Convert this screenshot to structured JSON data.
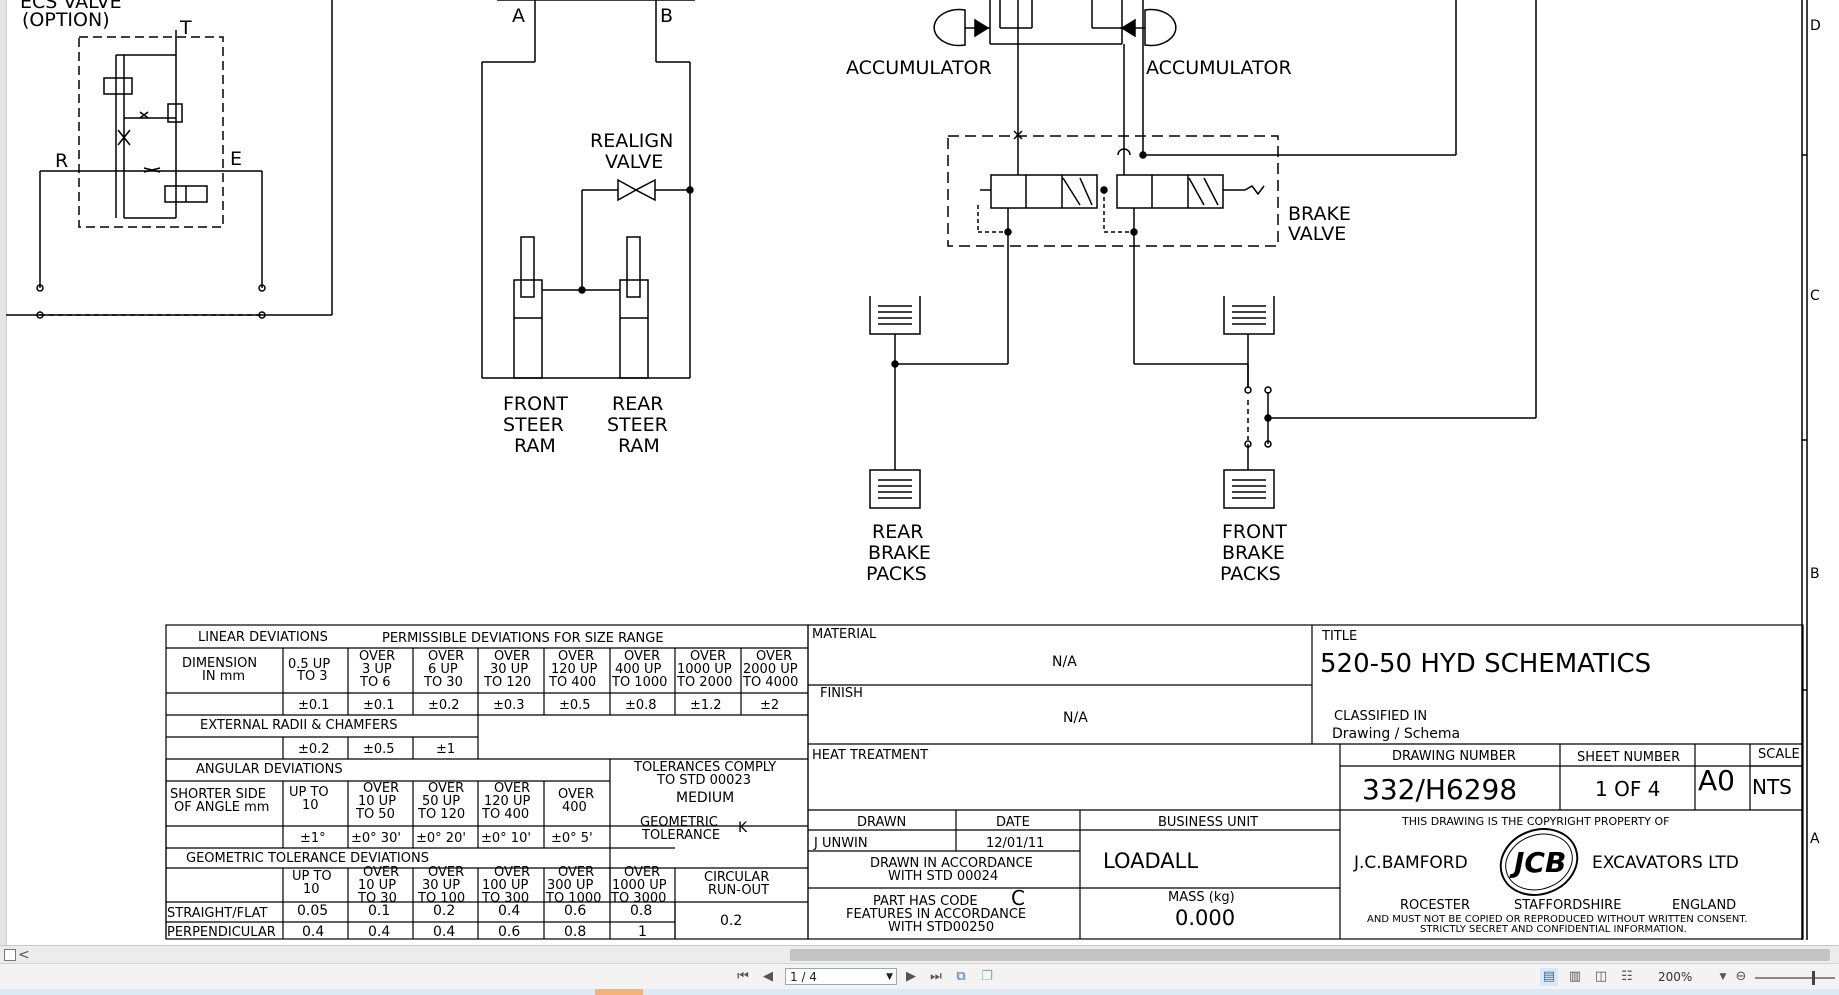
{
  "schematic": {
    "ecs_valve": {
      "label_line1": "ECS VALVE",
      "label_line2": "(OPTION)",
      "port_t": "T",
      "port_r": "R",
      "port_e": "E"
    },
    "steer": {
      "port_a": "A",
      "port_b": "B",
      "realign_line1": "REALIGN",
      "realign_line2": "VALVE",
      "front_ram": [
        "FRONT",
        "STEER",
        "RAM"
      ],
      "rear_ram": [
        "REAR",
        "STEER",
        "RAM"
      ]
    },
    "brake": {
      "accumulator_left": "ACCUMULATOR",
      "accumulator_right": "ACCUMULATOR",
      "brake_valve": [
        "BRAKE",
        "VALVE"
      ],
      "rear_packs": [
        "REAR",
        "BRAKE",
        "PACKS"
      ],
      "front_packs": [
        "FRONT",
        "BRAKE",
        "PACKS"
      ]
    },
    "zone_markers": [
      "D",
      "C",
      "B",
      "A"
    ]
  },
  "tolerance_table": {
    "linear_header": "LINEAR DEVIATIONS",
    "permissible_header": "PERMISSIBLE DEVIATIONS FOR SIZE RANGE",
    "dimension_label": [
      "DIMENSION",
      "IN mm"
    ],
    "linear_ranges": [
      [
        "0.5 UP",
        "TO 3"
      ],
      [
        "OVER",
        "3 UP",
        "TO 6"
      ],
      [
        "OVER",
        "6 UP",
        "TO 30"
      ],
      [
        "OVER",
        "30 UP",
        "TO 120"
      ],
      [
        "OVER",
        "120 UP",
        "TO 400"
      ],
      [
        "OVER",
        "400 UP",
        "TO 1000"
      ],
      [
        "OVER",
        "1000 UP",
        "TO 2000"
      ],
      [
        "OVER",
        "2000 UP",
        "TO 4000"
      ]
    ],
    "linear_values": [
      "±0.1",
      "±0.1",
      "±0.2",
      "±0.3",
      "±0.5",
      "±0.8",
      "±1.2",
      "±2"
    ],
    "external_radii_header": "EXTERNAL RADII & CHAMFERS",
    "external_radii_values": [
      "±0.2",
      "±0.5",
      "±1"
    ],
    "angular_header": "ANGULAR DEVIATIONS",
    "shorter_side_label": [
      "SHORTER SIDE",
      "OF ANGLE mm"
    ],
    "angular_ranges": [
      [
        "UP TO",
        "10"
      ],
      [
        "OVER",
        "10 UP",
        "TO 50"
      ],
      [
        "OVER",
        "50 UP",
        "TO 120"
      ],
      [
        "OVER",
        "120 UP",
        "TO 400"
      ],
      [
        "OVER",
        "400"
      ]
    ],
    "angular_values": [
      "±1°",
      "±0° 30'",
      "±0° 20'",
      "±0° 10'",
      "±0° 5'"
    ],
    "comply_label": [
      "TOLERANCES COMPLY",
      "TO STD 00023"
    ],
    "comply_value": "MEDIUM",
    "geometric_tolerance_label": [
      "GEOMETRIC",
      "TOLERANCE"
    ],
    "geometric_tolerance_value": "K",
    "geometric_header": "GEOMETRIC TOLERANCE DEVIATIONS",
    "geometric_ranges": [
      [
        "UP TO",
        "10"
      ],
      [
        "OVER",
        "10 UP",
        "TO 30"
      ],
      [
        "OVER",
        "30 UP",
        "TO 100"
      ],
      [
        "OVER",
        "100 UP",
        "TO 300"
      ],
      [
        "OVER",
        "300 UP",
        "TO 1000"
      ],
      [
        "OVER",
        "1000 UP",
        "TO 3000"
      ]
    ],
    "circular_runout_label": [
      "CIRCULAR",
      "RUN-OUT"
    ],
    "circular_runout_value": "0.2",
    "straight_flat_label": "STRAIGHT/FLAT",
    "straight_flat_values": [
      "0.05",
      "0.1",
      "0.2",
      "0.4",
      "0.6",
      "0.8"
    ],
    "perpendicular_label": "PERPENDICULAR",
    "perpendicular_values": [
      "0.4",
      "0.4",
      "0.4",
      "0.6",
      "0.8",
      "1"
    ]
  },
  "title_block": {
    "material_label": "MATERIAL",
    "material_value": "N/A",
    "finish_label": "FINISH",
    "finish_value": "N/A",
    "title_label": "TITLE",
    "title_value": "520-50 HYD SCHEMATICS",
    "classified_label": "CLASSIFIED IN",
    "classified_value": "Drawing / Schema",
    "heat_treatment_label": "HEAT TREATMENT",
    "drawing_number_label": "DRAWING NUMBER",
    "drawing_number_value": "332/H6298",
    "sheet_number_label": "SHEET NUMBER",
    "sheet_number_value": "1 OF 4",
    "size_value": "A0",
    "scale_label": "SCALE",
    "scale_value": "NTS",
    "drawn_label": "DRAWN",
    "drawn_value": "J UNWIN",
    "date_label": "DATE",
    "date_value": "12/01/11",
    "business_unit_label": "BUSINESS UNIT",
    "business_unit_value": "LOADALL",
    "drawn_accordance": [
      "DRAWN IN ACCORDANCE",
      "WITH STD 00024"
    ],
    "part_code_label": "PART HAS CODE",
    "part_code_value": "C",
    "features_accordance": [
      "FEATURES IN ACCORDANCE",
      "WITH STD00250"
    ],
    "mass_label": "MASS (kg)",
    "mass_value": "0.000",
    "copyright_header": "THIS DRAWING IS THE COPYRIGHT PROPERTY OF",
    "company_left": "J.C.BAMFORD",
    "company_right": "EXCAVATORS LTD",
    "logo_text": "JCB",
    "address": [
      "ROCESTER",
      "STAFFORDSHIRE",
      "ENGLAND"
    ],
    "legal_line1": "AND MUST NOT BE COPIED OR REPRODUCED WITHOUT WRITTEN CONSENT.",
    "legal_line2": "STRICTLY SECRET AND CONFIDENTIAL INFORMATION."
  },
  "viewer": {
    "page_indicator": "1 / 4",
    "zoom_level": "200%",
    "scroll_left_glyph": "<"
  }
}
